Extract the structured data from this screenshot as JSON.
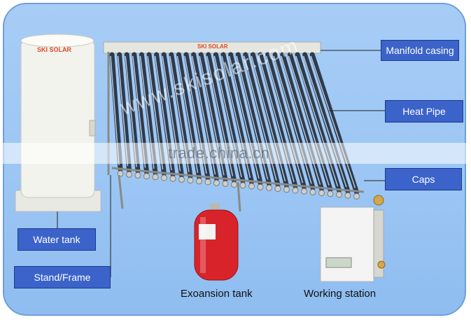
{
  "brand": {
    "logo": "SKI SOLAR",
    "watermark": "www.skisolar.com",
    "band": "trade.china.cn"
  },
  "labels": {
    "manifold": "Manifold casing",
    "heat_pipe": "Heat  Pipe",
    "caps": "Caps",
    "water_tank": "Water tank",
    "stand": "Stand/Frame",
    "expansion": "Exoansion tank",
    "station": "Working station"
  },
  "colors": {
    "frame": "#9cc6f4",
    "callout": "#3b63c9",
    "tank_red": "#d8232a"
  },
  "collector": {
    "tube_count": 28
  }
}
